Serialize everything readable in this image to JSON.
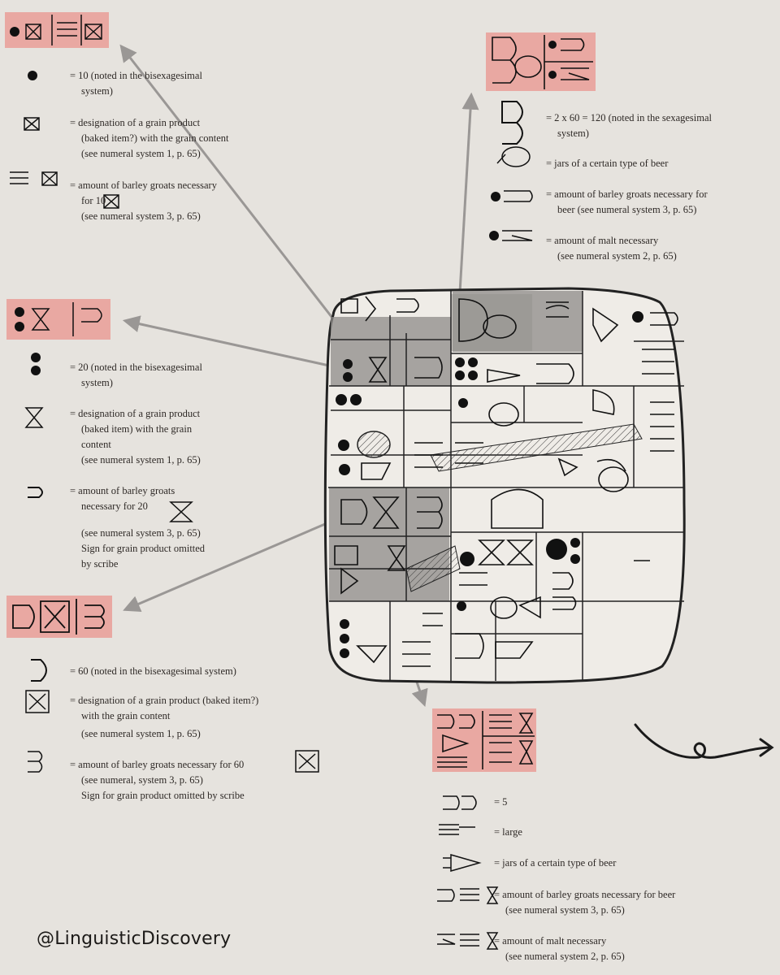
{
  "handle": "@LinguisticDiscovery",
  "colors": {
    "background": "#e6e3de",
    "highlight_box": "#e9a8a2",
    "arrow": "#9a9795",
    "tablet_shade": "#8e8b88"
  },
  "legend_1": {
    "items": [
      [
        "= 10 (noted in the bisexagesimal",
        "system)"
      ],
      [
        "= designation of a grain product",
        "(baked item?) with the grain content",
        "(see numeral system 1, p. 65)"
      ],
      [
        "= amount of barley groats necessary",
        "for 10",
        "(see numeral system 3, p. 65)"
      ]
    ]
  },
  "legend_2": {
    "items": [
      [
        "= 20 (noted in the bisexagesimal",
        "system)"
      ],
      [
        "= designation of a grain product",
        "(baked item) with the grain",
        "content",
        "(see numeral system 1, p. 65)"
      ],
      [
        "= amount of barley groats",
        "necessary for 20",
        "(see numeral system 3, p. 65)",
        "Sign for grain product omitted",
        "by scribe"
      ]
    ]
  },
  "legend_3": {
    "items": [
      [
        "= 60 (noted in the bisexagesimal system)"
      ],
      [
        "= designation of a grain product (baked item?)",
        "with the grain content",
        "(see numeral system 1, p. 65)"
      ],
      [
        "= amount of barley groats necessary for 60",
        "(see numeral, system 3, p. 65)",
        "Sign for grain product omitted by scribe"
      ]
    ]
  },
  "legend_4": {
    "items": [
      [
        "= 2 x 60 = 120 (noted in the sexagesimal",
        "system)"
      ],
      [
        "= jars of a certain type of beer"
      ],
      [
        "= amount of barley groats necessary for",
        "beer (see numeral system 3, p. 65)"
      ],
      [
        "= amount of malt necessary",
        "(see numeral system 2, p. 65)"
      ]
    ]
  },
  "legend_5": {
    "items": [
      [
        "= 5"
      ],
      [
        "= large"
      ],
      [
        "= jars of a certain type of beer"
      ],
      [
        "= amount of barley groats necessary for beer",
        "(see numeral system 3, p. 65)"
      ],
      [
        "= amount of malt necessary",
        "(see numeral system 2, p. 65)"
      ]
    ]
  }
}
